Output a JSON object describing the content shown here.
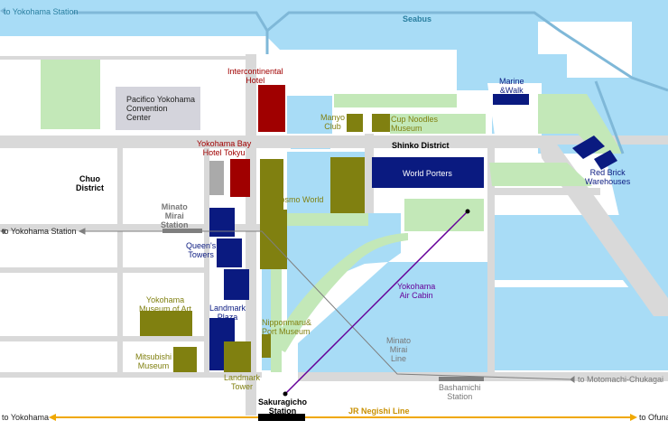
{
  "colors": {
    "water": "#a8dcf6",
    "road": "#d9d9d9",
    "park": "#c3e8b8",
    "olive_building": "#808010",
    "navy_building": "#0a1a80",
    "red_building": "#a00000",
    "grey_building": "#d4d4dc",
    "jr_line": "#f0a800",
    "air_cabin": "#660099",
    "subway": "#7f7f7f"
  },
  "map": {
    "top_route": "to Yokohama Station",
    "seabus": "Seabus",
    "west_route": "to Yokohama Station",
    "minato_mirai_station": "Minato\nMirai\nStation",
    "chuo_district": "Chuo\nDistrict",
    "shinko_district": "Shinko District",
    "minato_mirai_line": "Minato\nMirai\nLine",
    "motomachi_route": "to Motomachi-Chukagai",
    "bashamichi_station": "Bashamichi\nStation",
    "sakuragicho_station": "Sakuragicho\nStation",
    "jr_negishi_line": "JR Negishi Line",
    "bottom_left_route": "to Yokohama",
    "bottom_right_route": "to Ofuna",
    "air_cabin": "Yokohama\nAir Cabin"
  },
  "landmarks": {
    "pacifico": "Pacifico Yokohama\nConvention\nCenter",
    "intercontinental": "Intercontinental\nHotel",
    "manyo_club": "Manyo\nClub",
    "cup_noodles": "Cup Noodles\nMuseum",
    "marine_walk": "Marine\n&Walk",
    "bay_hotel_tokyu": "Yokohama Bay\nHotel Tokyu",
    "cosmo_world": "Cosmo World",
    "world_porters": "World Porters",
    "red_brick": "Red Brick\nWarehouses",
    "queens_towers": "Queen's\nTowers",
    "museum_of_art": "Yokohama\nMuseum of Art",
    "landmark_plaza": "Landmark\nPlaza",
    "nipponmaru": "Nipponmaru&\nPort Museum",
    "mitsubishi_museum": "Mitsubishi\nMuseum",
    "landmark_tower": "Landmark\nTower"
  }
}
